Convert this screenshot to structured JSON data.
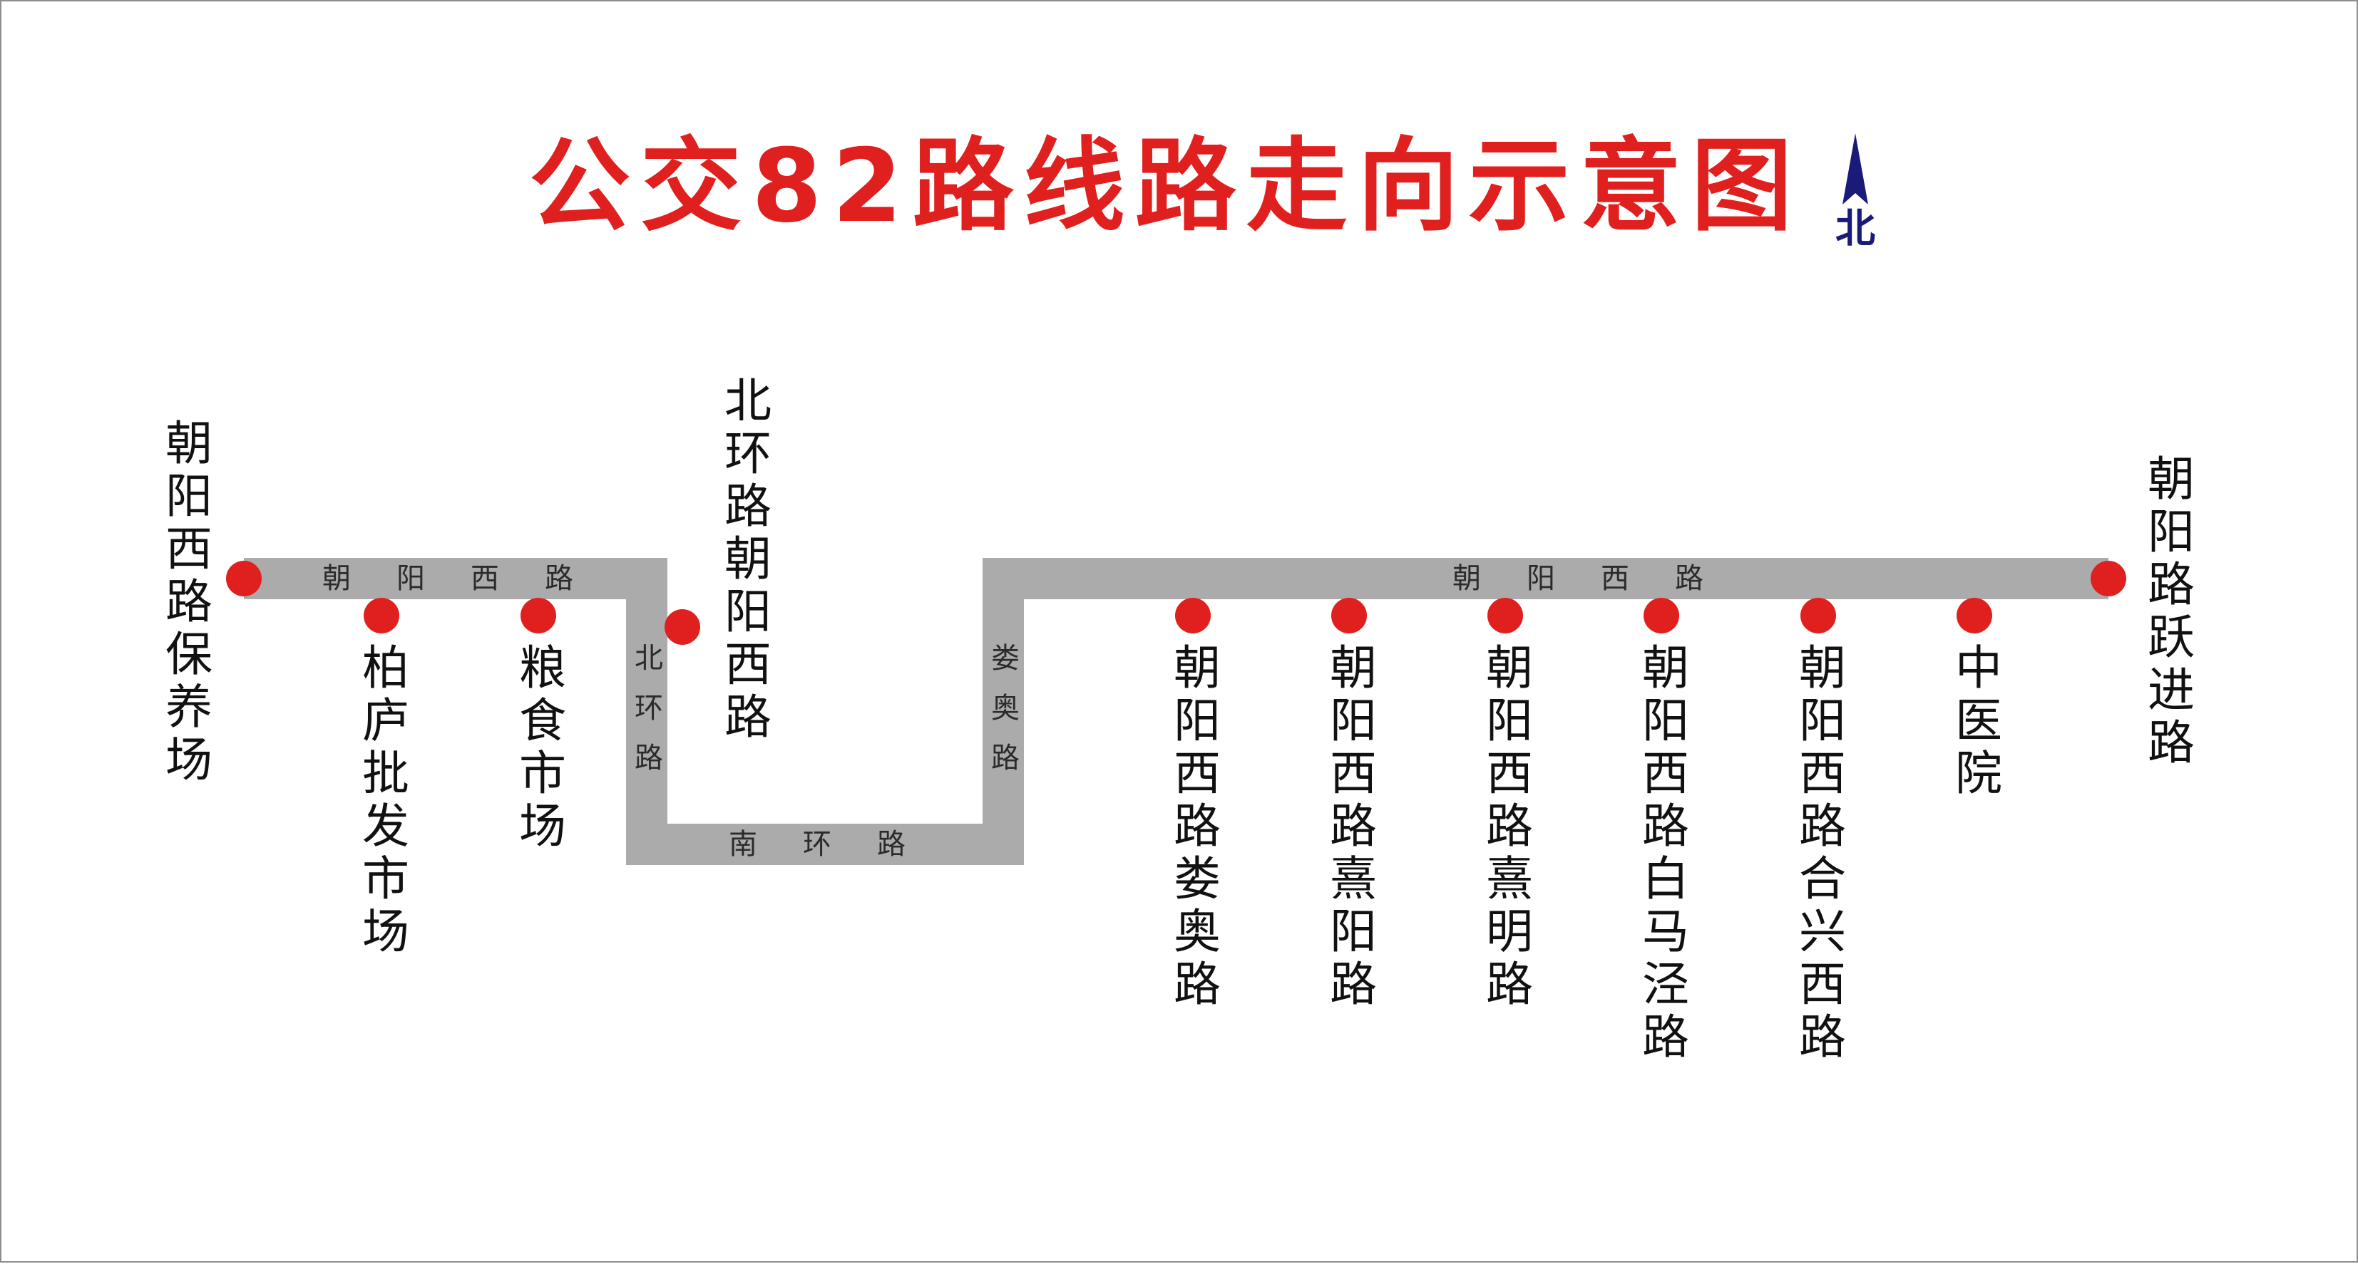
{
  "title": "公交82路线路走向示意图",
  "compass": {
    "label": "北",
    "color": "#1a1a78"
  },
  "colors": {
    "title": "#e0201e",
    "route": "#ababab",
    "stop": "#e0201e",
    "text": "#111111"
  },
  "roads": {
    "chaoyang_west_1": "朝阳西路",
    "beihuan": "北环路",
    "nanhuan": "南环路",
    "louao": "娄奥路",
    "chaoyang_west_2": "朝阳西路"
  },
  "stops": [
    "朝阳西路保养场",
    "柏庐批发市场",
    "粮食市场",
    "北环路朝阳西路",
    "朝阳西路娄奥路",
    "朝阳西路熹阳路",
    "朝阳西路熹明路",
    "朝阳西路白马泾路",
    "朝阳西路合兴西路",
    "中医院",
    "朝阳路跃进路"
  ]
}
